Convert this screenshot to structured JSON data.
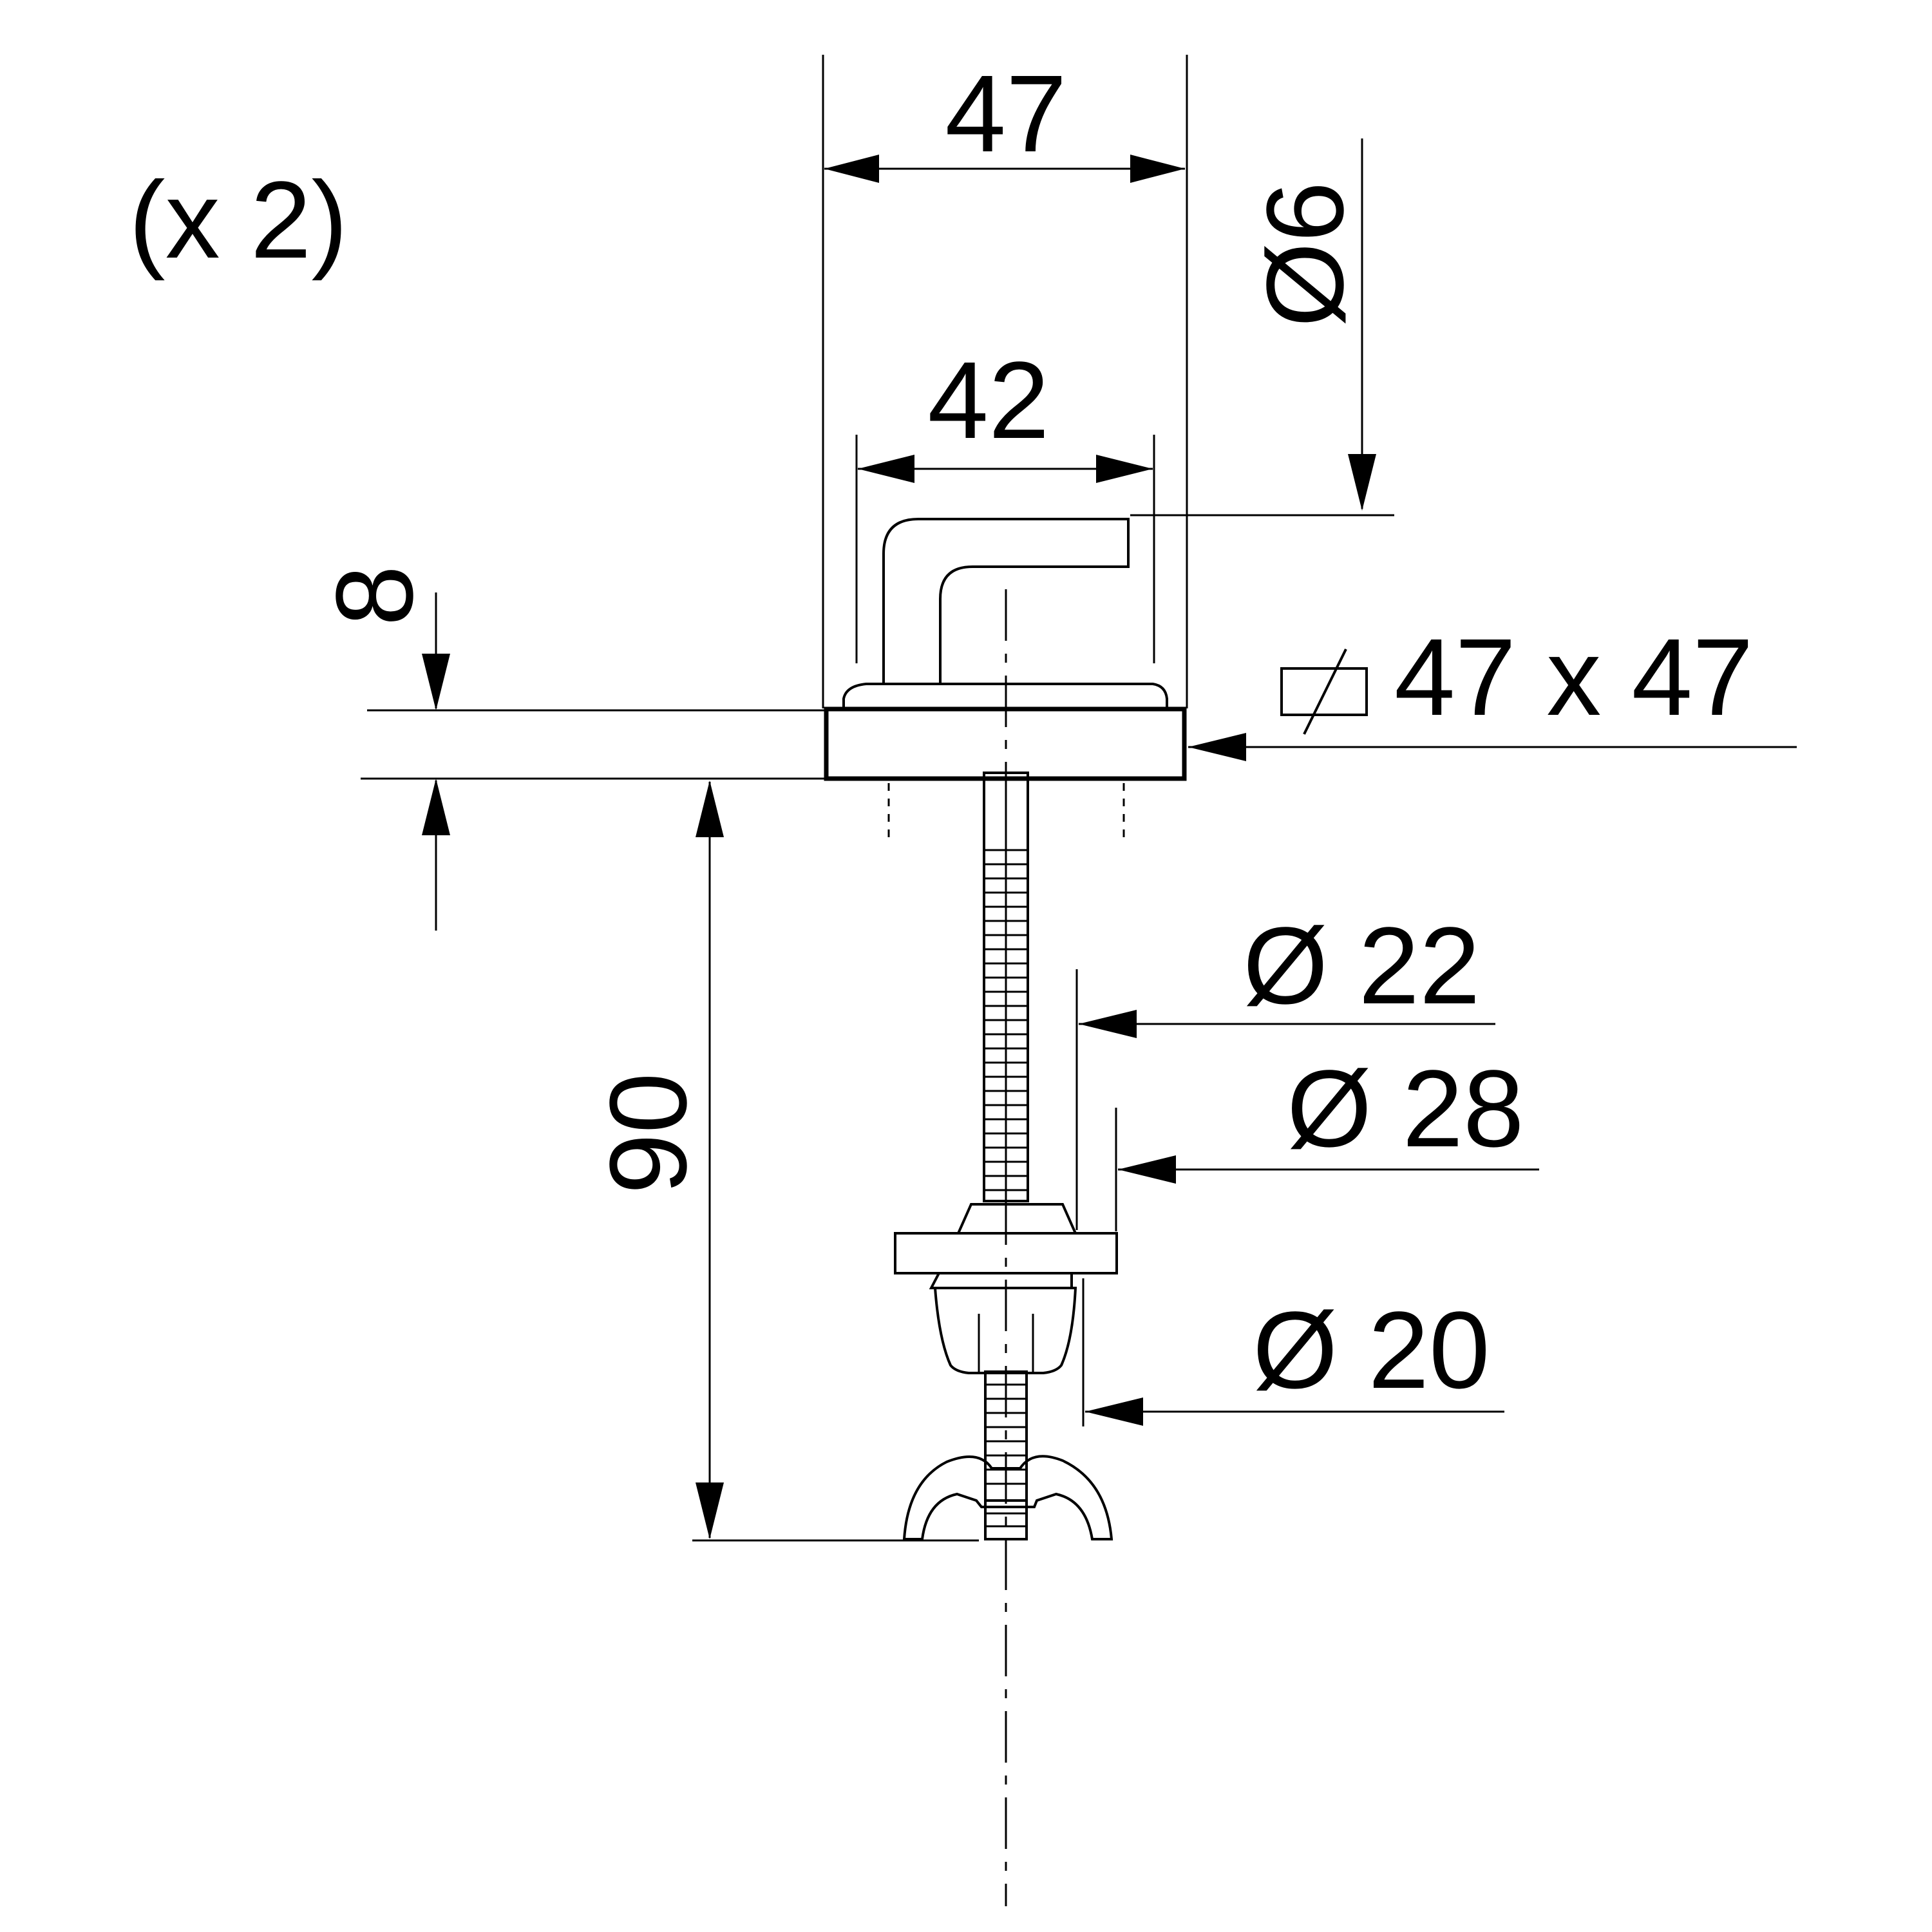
{
  "quantity_label": "(x 2)",
  "dimensions": {
    "overall_width": "47",
    "handle_width": "42",
    "pin_diameter": "Ø6",
    "plate_thickness": "8",
    "plate_square": "47 x 47",
    "bolt_length": "90",
    "collar_diameter": "Ø 22",
    "washer_diameter": "Ø 28",
    "cone_diameter": "Ø 20"
  }
}
